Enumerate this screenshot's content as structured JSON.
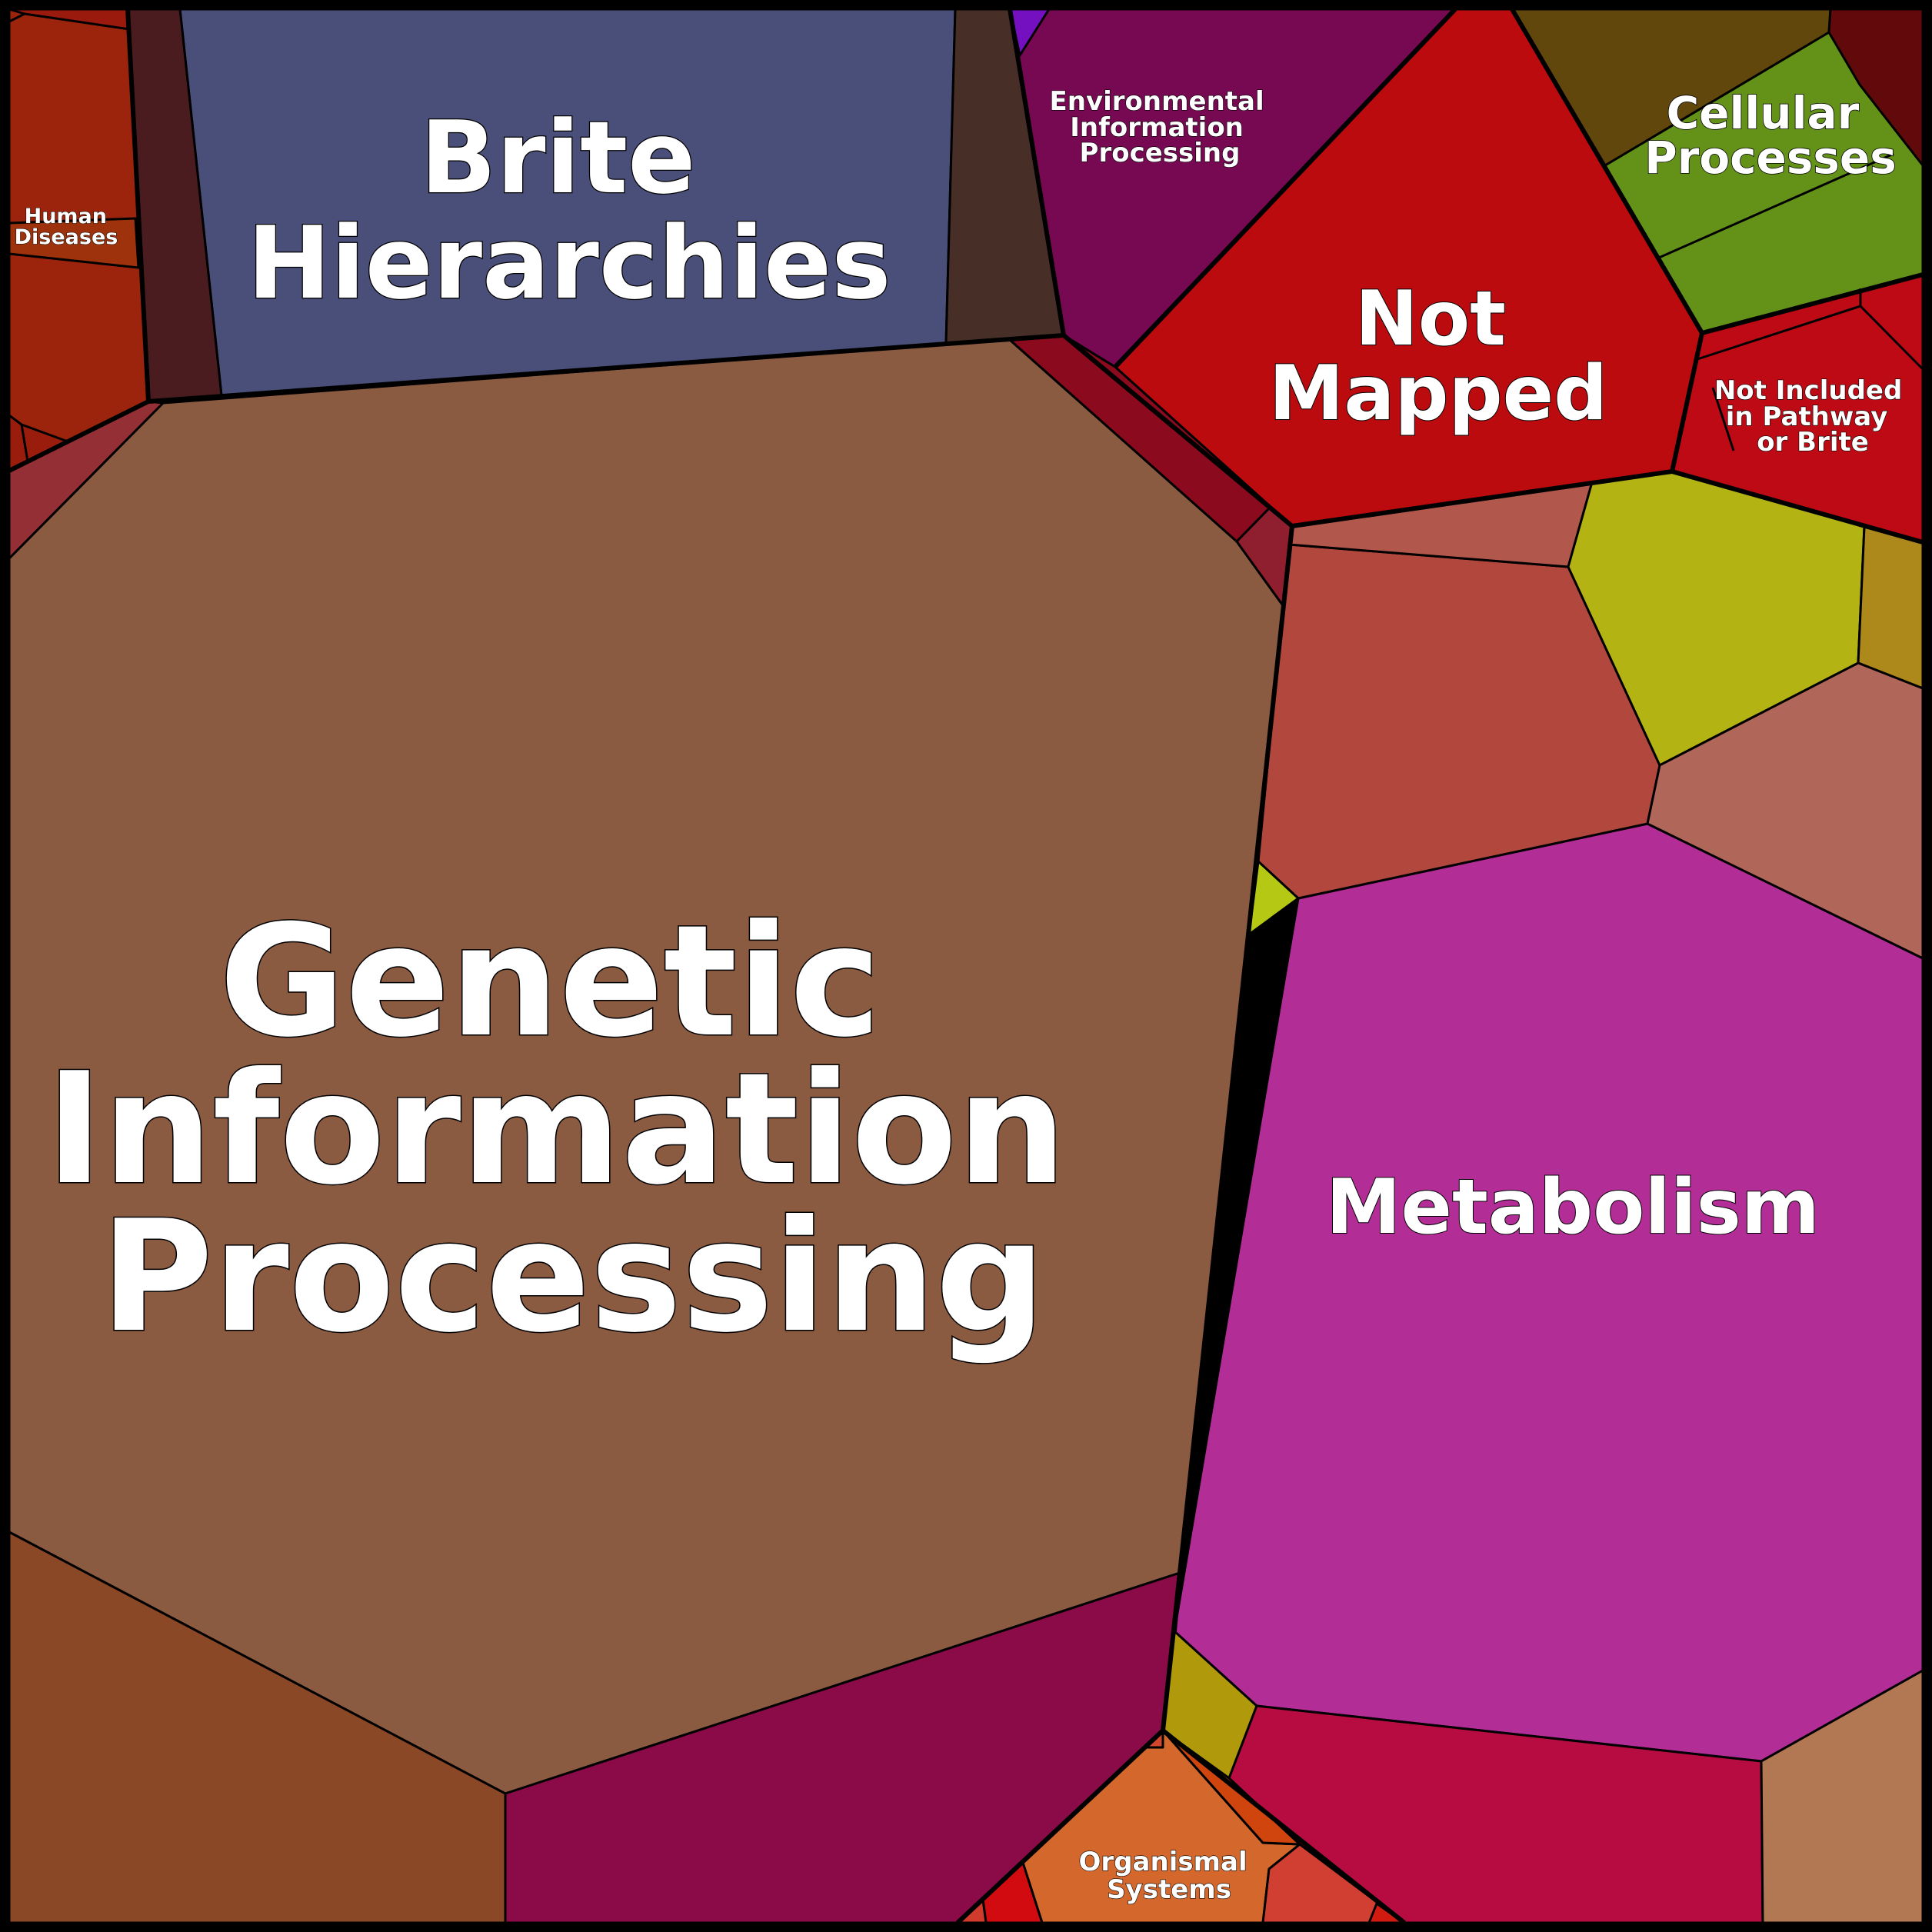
{
  "title": "",
  "categories": [
    {
      "id": "genetic",
      "label_lines": [
        "Genetic",
        "Information",
        "Processing"
      ],
      "color": "#8a5a41"
    },
    {
      "id": "metabolism",
      "label_lines": [
        "Metabolism"
      ],
      "color": "#b22d96"
    },
    {
      "id": "brite",
      "label_lines": [
        "Brite",
        "Hierarchies"
      ],
      "color": "#4a4f79"
    },
    {
      "id": "not-mapped",
      "label_lines": [
        "Not",
        "Mapped"
      ],
      "color": "#bb0b0e"
    },
    {
      "id": "cellular",
      "label_lines": [
        "Cellular",
        "Processes"
      ],
      "color": "#649219"
    },
    {
      "id": "environmental",
      "label_lines": [
        "Environmental",
        "Information",
        "Processing"
      ],
      "color": "#760951"
    },
    {
      "id": "not-included",
      "label_lines": [
        "Not Included",
        "in Pathway",
        "or Brite"
      ],
      "color": "#be0a14"
    },
    {
      "id": "organismal",
      "label_lines": [
        "Organismal",
        "Systems"
      ],
      "color": "#d4672b"
    },
    {
      "id": "human-diseases",
      "label_lines": [
        "Human",
        "Diseases"
      ],
      "color": "#9c240c"
    }
  ]
}
